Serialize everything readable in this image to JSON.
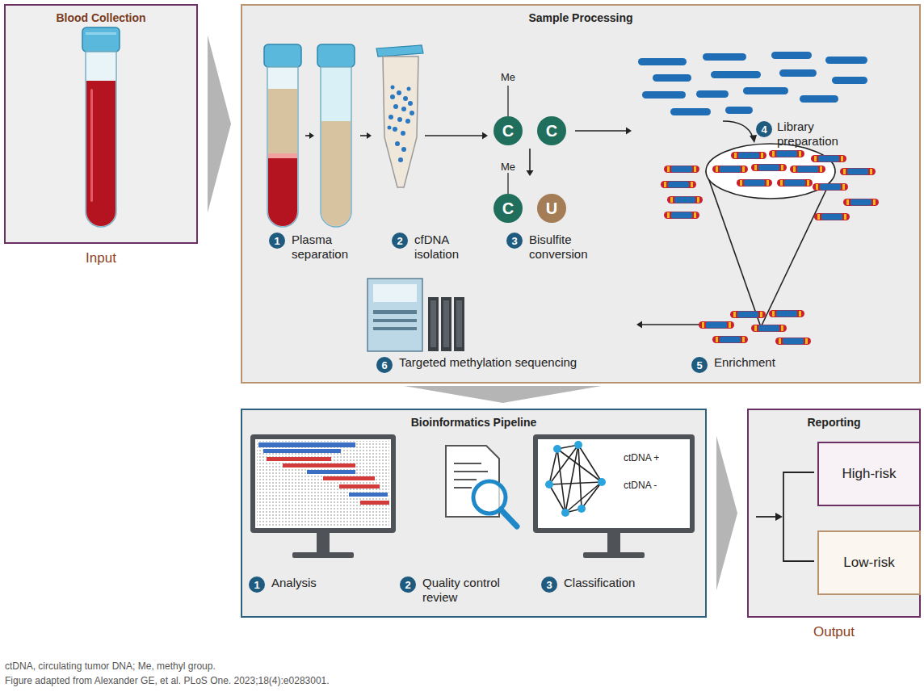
{
  "diagram": {
    "caption": "ctDNA, circulating tumor DNA; Me, methyl group.",
    "nodes": [
      {
        "text": [
          "Blood Collection",
          "Input"
        ]
      },
      {
        "text": [
          "Sample Processing"
        ]
      },
      {
        "text": [
          "Bioinformatics Pipeline"
        ]
      },
      {
        "text": [
          "Reporting",
          "Output"
        ]
      },
      {
        "text": [
          "High-risk"
        ],
        "in": 3
      },
      {
        "text": [
          "Low-risk"
        ],
        "in": 3
      }
    ],
    "edges": [
      {
        "from": 0,
        "to": 1,
        "arrow": "to"
      },
      {
        "from": 1,
        "to": 2,
        "arrow": "to"
      },
      {
        "from": 2,
        "to": 3,
        "arrow": "to"
      }
    ],
    "labels": [
      "1",
      "Plasma separation",
      "2",
      "cfDNA isolation",
      "3",
      "Bisulfite conversion",
      "Me",
      "C",
      "C",
      "Me",
      "C",
      "U",
      "4",
      "Library preparation",
      "5",
      "Enrichment",
      "6",
      "Targeted methylation sequencing",
      "1",
      "Analysis",
      "2",
      "Quality control review",
      "3",
      "Classification",
      "ctDNA +",
      "ctDNA -",
      "Figure adapted from Alexander GE, et al. PLoS One. 2023;18(4):e0283001."
    ]
  }
}
